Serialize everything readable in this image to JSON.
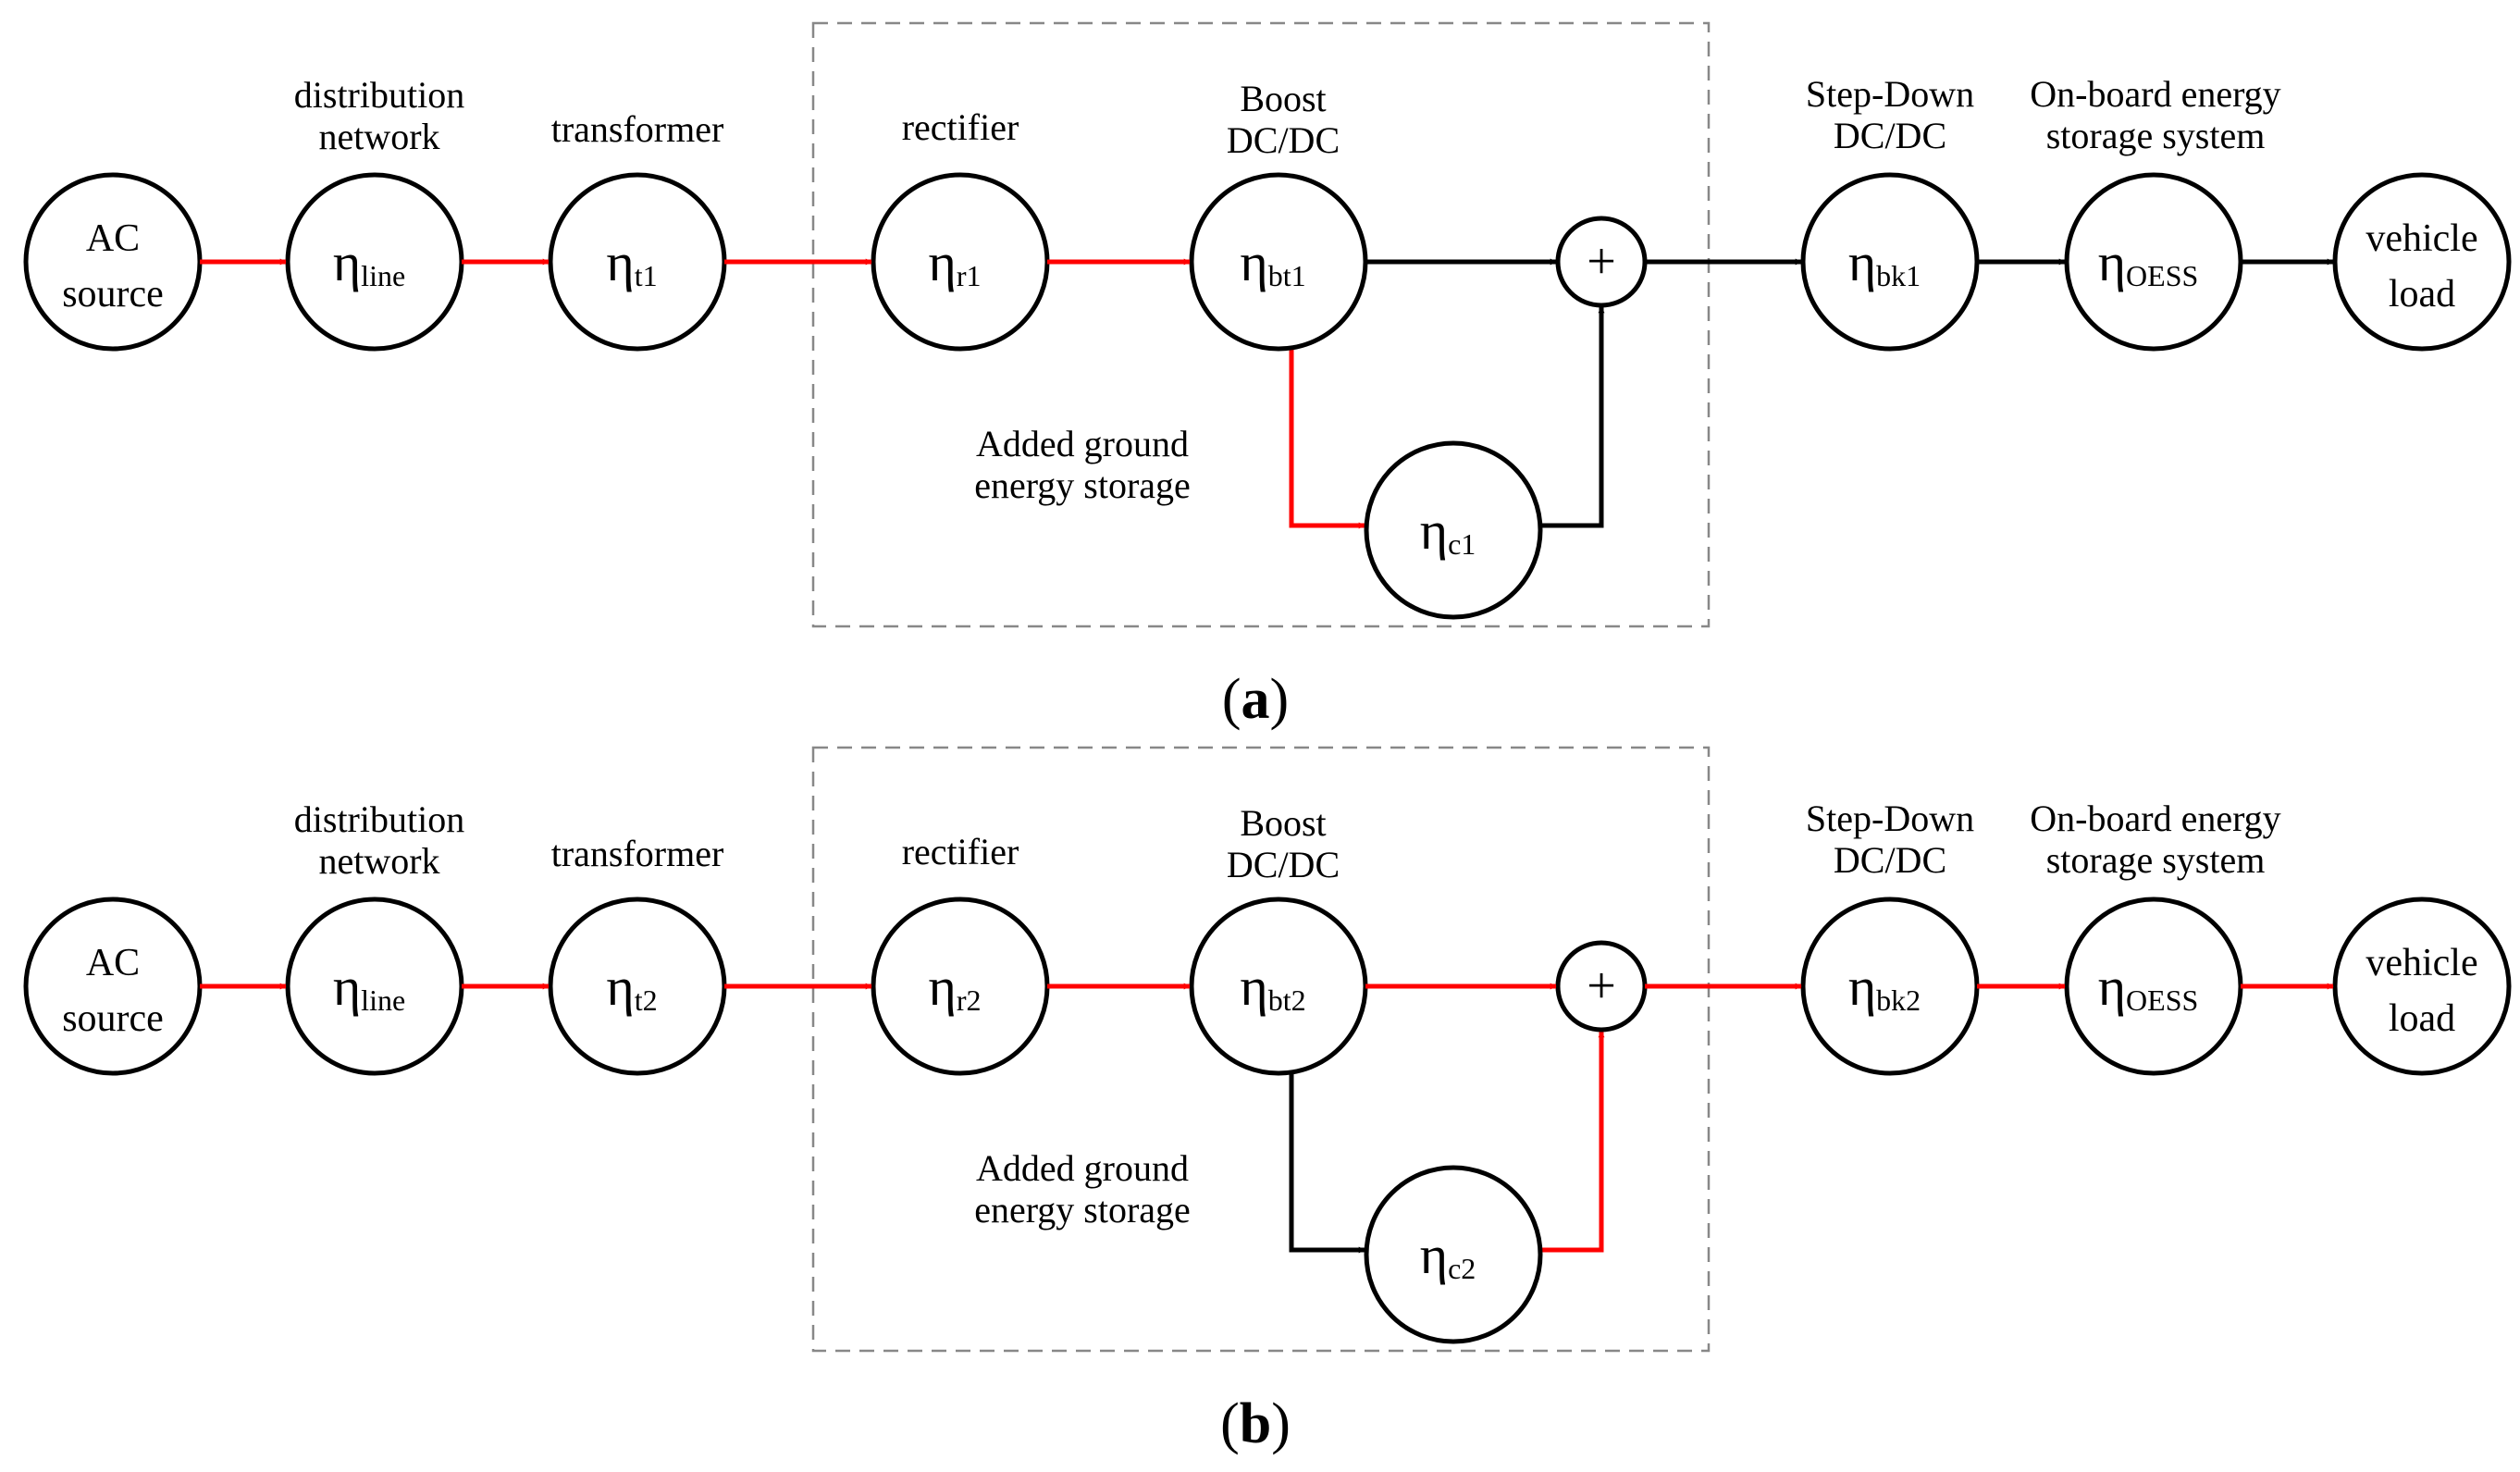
{
  "colors": {
    "red": "#ff0000",
    "black": "#000000"
  },
  "panels": [
    {
      "id": "a",
      "caption_open": "(",
      "caption_letter": "a",
      "caption_close": ")",
      "stage_labels": {
        "distribution": [
          "distribution",
          "network"
        ],
        "transformer": [
          "transformer"
        ],
        "rectifier": [
          "rectifier"
        ],
        "boost": [
          "Boost",
          "DC/DC"
        ],
        "stepdown": [
          "Step-Down",
          "DC/DC"
        ],
        "oess": [
          "On-board energy",
          "storage system"
        ],
        "storage_note": [
          "Added ground",
          "energy storage"
        ]
      },
      "nodes": {
        "source": [
          "AC",
          "source"
        ],
        "line": {
          "symbol": "η",
          "sub": "line"
        },
        "transformer": {
          "symbol": "η",
          "sub": "t1"
        },
        "rectifier": {
          "symbol": "η",
          "sub": "r1"
        },
        "boost": {
          "symbol": "η",
          "sub": "bt1"
        },
        "stepdown": {
          "symbol": "η",
          "sub": "bk1"
        },
        "oess": {
          "symbol": "η",
          "sub": "OESS"
        },
        "load": [
          "vehicle",
          "load"
        ],
        "storage": {
          "symbol": "η",
          "sub": "c1"
        },
        "sum": "+"
      },
      "edge_colors": {
        "source_to_line": "red",
        "line_to_transformer": "red",
        "transformer_to_rectifier": "red",
        "rectifier_to_boost": "red",
        "boost_to_sum": "black",
        "sum_to_stepdown": "black",
        "stepdown_to_oess": "black",
        "oess_to_load": "black",
        "boost_to_storage": "red",
        "storage_to_sum": "black"
      }
    },
    {
      "id": "b",
      "caption_open": "(",
      "caption_letter": "b",
      "caption_close": ")",
      "stage_labels": {
        "distribution": [
          "distribution",
          "network"
        ],
        "transformer": [
          "transformer"
        ],
        "rectifier": [
          "rectifier"
        ],
        "boost": [
          "Boost",
          "DC/DC"
        ],
        "stepdown": [
          "Step-Down",
          "DC/DC"
        ],
        "oess": [
          "On-board energy",
          "storage system"
        ],
        "storage_note": [
          "Added ground",
          "energy storage"
        ]
      },
      "nodes": {
        "source": [
          "AC",
          "source"
        ],
        "line": {
          "symbol": "η",
          "sub": "line"
        },
        "transformer": {
          "symbol": "η",
          "sub": "t2"
        },
        "rectifier": {
          "symbol": "η",
          "sub": "r2"
        },
        "boost": {
          "symbol": "η",
          "sub": "bt2"
        },
        "stepdown": {
          "symbol": "η",
          "sub": "bk2"
        },
        "oess": {
          "symbol": "η",
          "sub": "OESS"
        },
        "load": [
          "vehicle",
          "load"
        ],
        "storage": {
          "symbol": "η",
          "sub": "c2"
        },
        "sum": "+"
      },
      "edge_colors": {
        "source_to_line": "red",
        "line_to_transformer": "red",
        "transformer_to_rectifier": "red",
        "rectifier_to_boost": "red",
        "boost_to_sum": "red",
        "sum_to_stepdown": "red",
        "stepdown_to_oess": "red",
        "oess_to_load": "red",
        "boost_to_storage": "black",
        "storage_to_sum": "red"
      }
    }
  ]
}
